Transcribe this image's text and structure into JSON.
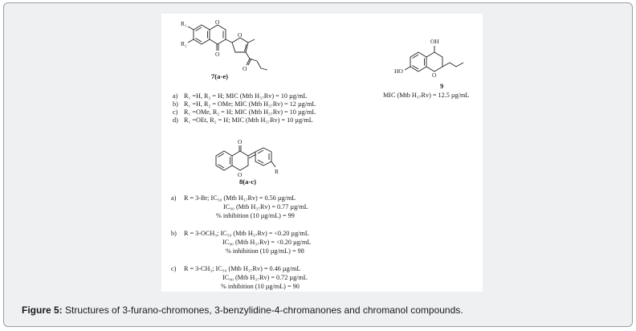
{
  "compound7": {
    "r1": "R₁",
    "r2": "R₂",
    "o_ring": "O",
    "o_carbonyl": "O",
    "o_furan": "O",
    "o_ketone": "O",
    "label": "7(a-e)",
    "lines": [
      {
        "letter": "a)",
        "text": "R₁ =H, R₂ = H; MIC (Mtb H₃₇Rv) = 10 µg/mL"
      },
      {
        "letter": "b)",
        "text": "R₁ =H, R₂ = OMe; MIC (Mtb H₃₇Rv) = 12 µg/mL"
      },
      {
        "letter": "c)",
        "text": "R₁ =OMe, R₂ = H; MIC (Mtb H₃₇Rv) = 10 µg/mL"
      },
      {
        "letter": "d)",
        "text": "R₁ =OEt, R₂ = H; MIC (Mtb H₃₇Rv) = 10 µg/mL"
      }
    ]
  },
  "compound9": {
    "oh_top": "OH",
    "ho_left": "HO",
    "o_ring": "O",
    "label": "9",
    "mic": "MIC (Mtb H₃₇Rv) = 12.5 µg/mL"
  },
  "compound8": {
    "o_carbonyl": "O",
    "o_ring": "O",
    "r": "R",
    "label": "8(a-c)",
    "entries": [
      {
        "letter": "a)",
        "lines": [
          "R = 3-Br; IC₅₀ (Mtb H₃₇Rv) = 0.56 µg/mL",
          "IC₉₀ (Mtb H₃₇Rv) = 0.77 µg/mL",
          "% inhibition (10 µg/mL) = 99"
        ]
      },
      {
        "letter": "b)",
        "lines": [
          "R = 3-OCH₃; IC₅₀ (Mtb H₃₇Rv) = <0.20 µg/mL",
          "IC₉₀ (Mtb H₃₇Rv) = <0.20 µg/mL",
          "% inhibition (10 µg/mL) = 98"
        ]
      },
      {
        "letter": "c)",
        "lines": [
          "R = 3-CH₃; IC₅₀ (Mtb H₃₇Rv) = 0.46 µg/mL",
          "IC₉₀ (Mtb H₃₇Rv) = 0.72 µg/mL",
          "% inhibition (10 µg/mL) = 90"
        ]
      }
    ]
  },
  "caption": {
    "prefix": "Figure 5:",
    "text": " Structures of 3-furano-chromones, 3-benzylidine-4-chromanones and chromanol compounds."
  }
}
